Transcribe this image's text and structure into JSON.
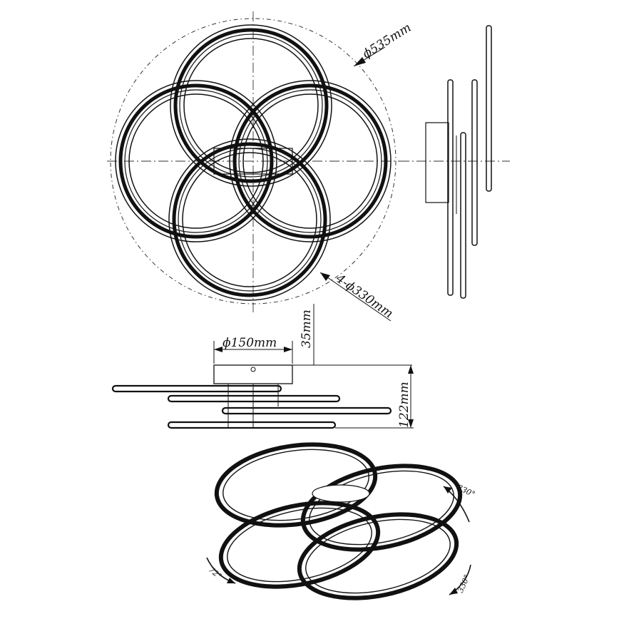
{
  "dimensions": {
    "outer_diameter": "ϕ535mm",
    "ring_diameter": "4-ϕ330mm",
    "canopy_diameter": "ϕ150mm",
    "canopy_height": "35mm",
    "total_height": "122mm"
  },
  "rotation_angles": {
    "right_upper": "330°",
    "right_lower": "330°",
    "left_lower": "72°"
  },
  "colors": {
    "line": "#111111",
    "center_line": "#333333",
    "background": "#ffffff"
  }
}
